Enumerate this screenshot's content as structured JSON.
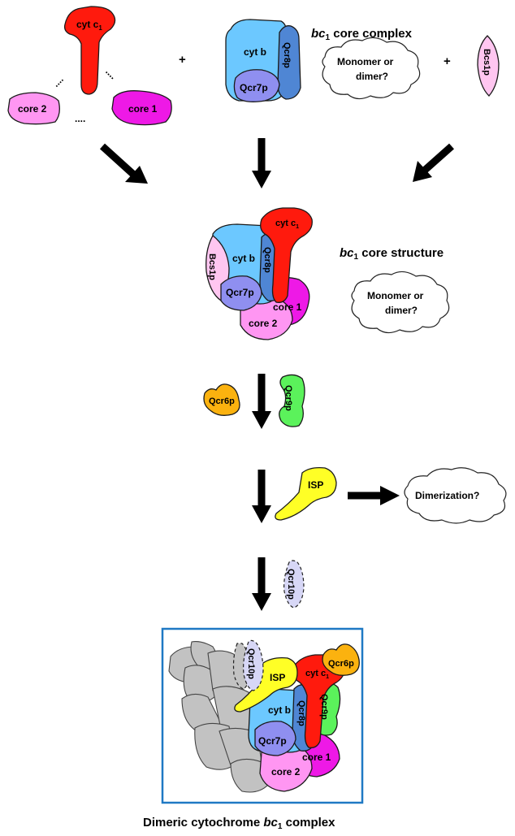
{
  "colors": {
    "cyt_c1": "#ff1a0d",
    "cyt_b": "#6cc8ff",
    "qcr8p": "#4f86d4",
    "qcr7p": "#8f8ff0",
    "core1": "#ee19e6",
    "core2": "#ff96f2",
    "bcs1p": "#ffc6f0",
    "qcr6p": "#fbb20f",
    "qcr9p": "#5bf25b",
    "isp": "#ffff26",
    "qcr10p": "#d7d7f6",
    "partner": "#c2c2c2",
    "frame": "#1f79c4",
    "arrow": "#000000"
  },
  "labels": {
    "cyt_c1": "cyt c",
    "c1_sub": "1",
    "core1": "core 1",
    "core2": "core 2",
    "cyt_b": "cyt b",
    "qcr8p": "Qcr8p",
    "qcr7p": "Qcr7p",
    "bcs1p": "Bcs1p",
    "qcr6p": "Qcr6p",
    "qcr9p": "Qcr9p",
    "isp": "ISP",
    "qcr10p": "Qcr10p"
  },
  "plus": "+",
  "dots": "....",
  "core_complex_title": {
    "bc": "bc",
    "sub": "1",
    "rest": " core complex"
  },
  "core_structure_title": {
    "bc": "bc",
    "sub": "1",
    "rest": " core structure"
  },
  "cloud_monomer": {
    "line1": "Monomer or",
    "line2": "dimer?"
  },
  "cloud_dimerization": "Dimerization?",
  "caption": {
    "pre": "Dimeric cytochrome ",
    "bc": "bc",
    "sub": "1",
    "post": " complex"
  }
}
